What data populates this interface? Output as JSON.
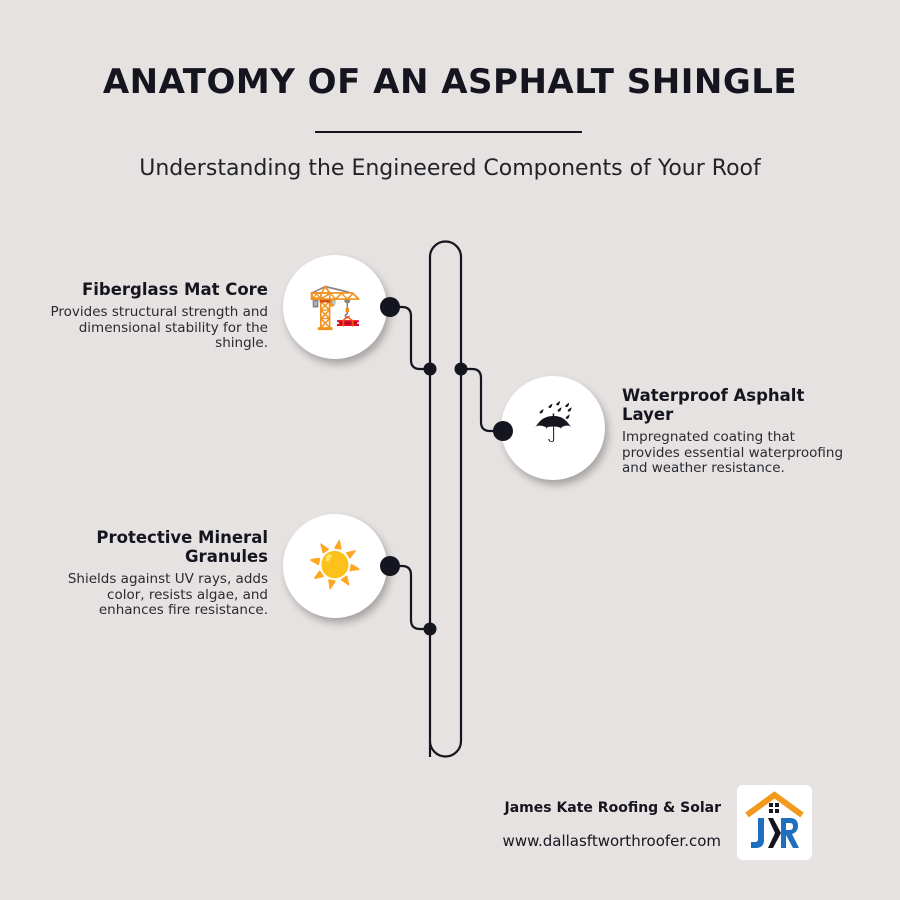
{
  "header": {
    "title": "ANATOMY OF AN ASPHALT SHINGLE",
    "subtitle": "Understanding the Engineered Components of Your Roof"
  },
  "components": [
    {
      "title": "Fiberglass Mat Core",
      "description": "Provides structural strength and dimensional stability for the shingle.",
      "icon": "construction-crane-icon",
      "glyph": "🏗️",
      "side": "left"
    },
    {
      "title": "Waterproof Asphalt Layer",
      "description": "Impregnated coating that provides essential waterproofing and weather resistance.",
      "icon": "umbrella-with-rain-icon",
      "glyph": "☔",
      "side": "right"
    },
    {
      "title": "Protective Mineral Granules",
      "description": "Shields against UV rays, adds color, resists algae, and enhances fire resistance.",
      "icon": "sun-icon",
      "glyph": "☀️",
      "side": "left"
    }
  ],
  "footer": {
    "company": "James Kate Roofing & Solar",
    "website": "www.dallasftworthroofer.com",
    "logo_text": "JKR"
  },
  "colors": {
    "background": "#e6e2e1",
    "ink": "#15151f",
    "logo_roof": "#f39a1e",
    "logo_blue": "#1f6fc1"
  }
}
